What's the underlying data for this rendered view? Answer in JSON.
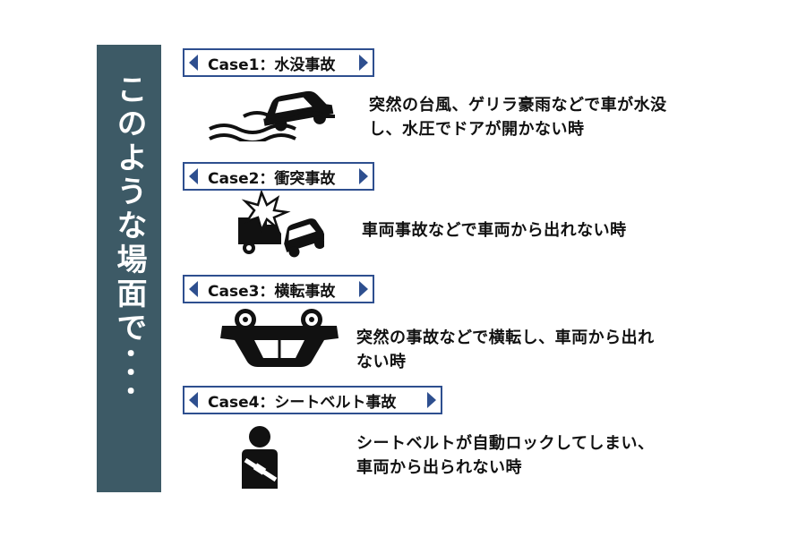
{
  "sidebar": {
    "title": "このような場面で･･･"
  },
  "cases": [
    {
      "label": "Case1：水没事故",
      "icon": "car-submerged-icon",
      "description": "突然の台風、ゲリラ豪雨などで車が水没\nし、水圧でドアが開かない時"
    },
    {
      "label": "Case2：衝突事故",
      "icon": "car-collision-icon",
      "description": "車両事故などで車両から出れない時"
    },
    {
      "label": "Case3：横転事故",
      "icon": "car-overturned-icon",
      "description": "突然の事故などで横転し、車両から出れ\nない時"
    },
    {
      "label": "Case4：シートベルト事故",
      "icon": "seatbelt-icon",
      "description": "シートベルトが自動ロックしてしまい、\n車両から出られない時"
    }
  ],
  "colors": {
    "sidebar": "#3d5a66",
    "label_border": "#2e4f8f",
    "icon": "#111111"
  }
}
